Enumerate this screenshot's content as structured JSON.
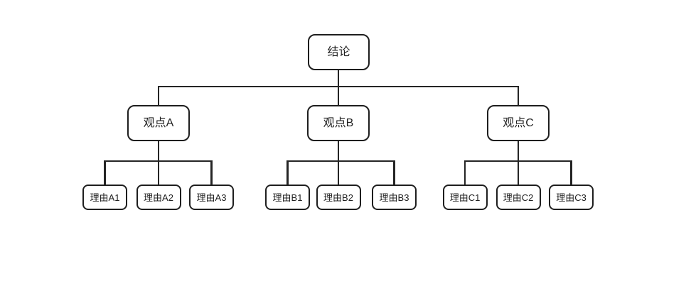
{
  "diagram": {
    "type": "tree",
    "title_hint": "argument-pyramid",
    "root": {
      "label": "结论"
    },
    "branches": [
      {
        "label": "观点A",
        "children": [
          {
            "label": "理由A1"
          },
          {
            "label": "理由A2"
          },
          {
            "label": "理由A3"
          }
        ]
      },
      {
        "label": "观点B",
        "children": [
          {
            "label": "理由B1"
          },
          {
            "label": "理由B2"
          },
          {
            "label": "理由B3"
          }
        ]
      },
      {
        "label": "观点C",
        "children": [
          {
            "label": "理由C1"
          },
          {
            "label": "理由C2"
          },
          {
            "label": "理由C3"
          }
        ]
      }
    ],
    "colors": {
      "background": "#ffffff",
      "stroke": "#1e1e1e",
      "connector": "#252525",
      "text": "#1f1f1f"
    }
  }
}
